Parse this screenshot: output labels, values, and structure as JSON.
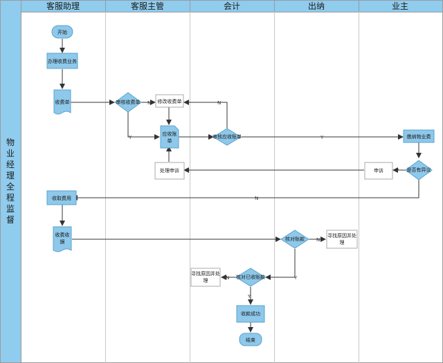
{
  "side_label": [
    "物",
    "业",
    "经",
    "理",
    "全",
    "程",
    "监",
    "督"
  ],
  "lanes": [
    "客服助理",
    "客服主管",
    "会计",
    "出纳",
    "业主"
  ],
  "nodes": {
    "start": "开始",
    "handle_fee": "办理收费业务",
    "fee_bill": "收费单",
    "review_fee_bill": "审核收费单",
    "modify_fee_bill": "修改收费单",
    "receivable_bill": [
      "应收账",
      "单"
    ],
    "review_receivable": "审核应收账单",
    "pay_fee": "缴纳物业费",
    "has_objection": "是否有异议",
    "complaint": "申诉",
    "handle_complaint": "处理申诉",
    "collect_fee": "收取费用",
    "receipt": [
      "收费收",
      "据"
    ],
    "verify_account": "核对账款",
    "find_reason_1": [
      "寻找原因并处",
      "理"
    ],
    "verify_received": "核对已收账款",
    "find_reason_2": [
      "寻找原因并处",
      "理"
    ],
    "success": "收款成功",
    "end": "结束"
  },
  "edge_labels": {
    "yes": "Y",
    "no": "N"
  },
  "colors": {
    "node_fill": "#8ec8ea",
    "node_stroke": "#5aa2cf",
    "header_fill": "#8fccee",
    "grid": "#c8c8c8",
    "edge": "#333333"
  }
}
